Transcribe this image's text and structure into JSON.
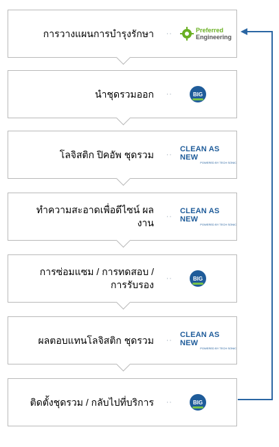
{
  "steps": [
    {
      "label": "การวางแผนการบำรุงรักษา",
      "logo": "preferred-engineering"
    },
    {
      "label": "นำชุดรวมออก",
      "logo": "big"
    },
    {
      "label": "โลจิสติก ปิคอัพ ชุดรวม",
      "logo": "clean-as-new"
    },
    {
      "label": "ทำความสะอาดเพื่อดีไซน์ ผลงาน",
      "logo": "clean-as-new"
    },
    {
      "label": "การซ่อมแซม / การทดสอบ / การรับรอง",
      "logo": "big"
    },
    {
      "label": "ผลตอบแทนโลจิสติก ชุดรวม",
      "logo": "clean-as-new"
    },
    {
      "label": "ติดตั้งชุดรวม / กลับไปที่บริการ",
      "logo": "big"
    }
  ],
  "logos": {
    "preferred_engineering": {
      "line1": "Preferred",
      "line2": "Engineering"
    },
    "big": {
      "text": "BIG"
    },
    "clean_as_new": {
      "main": "CLEAN AS NEW",
      "sub": "POWERED BY TECH SONIC"
    }
  },
  "separator": "··",
  "colors": {
    "border": "#b9b9b9",
    "connector": "#2a66a3",
    "brand_blue": "#1f5c9a",
    "brand_green": "#6ab023"
  }
}
